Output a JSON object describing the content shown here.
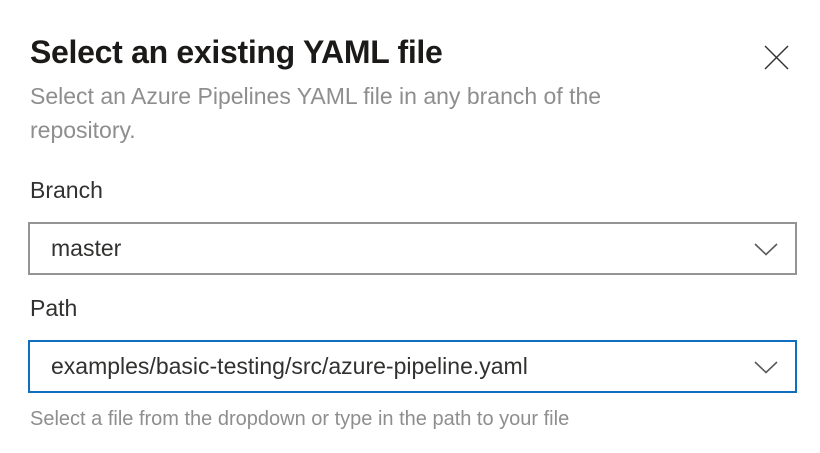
{
  "dialog": {
    "title": "Select an existing YAML file",
    "subtitle": "Select an Azure Pipelines YAML file in any branch of the repository.",
    "close_label": "Close"
  },
  "fields": {
    "branch": {
      "label": "Branch",
      "value": "master"
    },
    "path": {
      "label": "Path",
      "value": "examples/basic-testing/src/azure-pipeline.yaml",
      "help": "Select a file from the dropdown or type in the path to your file"
    }
  },
  "icons": {
    "close": "close-icon (thin X glyph ✕)",
    "dropdown": "chevron-down-icon (⌄)"
  },
  "colors": {
    "accent_blue": "#106ebe",
    "border_gray": "#949494",
    "text_dark": "#1b1a19",
    "text_label": "#323130",
    "text_muted": "#8e8e8e",
    "icon_gray": "#5a5a5a",
    "background": "#ffffff"
  }
}
